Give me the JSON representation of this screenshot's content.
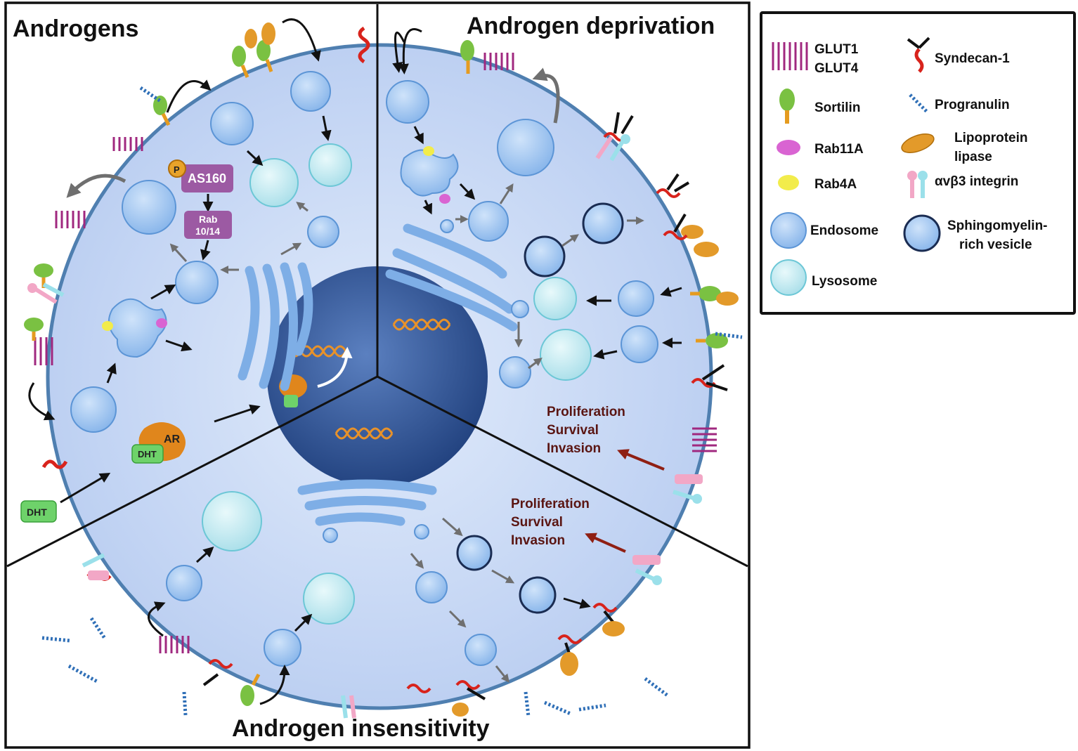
{
  "panels": {
    "top_left": "Androgens",
    "top_right": "Androgen deprivation",
    "bottom": "Androgen insensitivity"
  },
  "cell_labels": {
    "phospho": "P",
    "as160": "AS160",
    "rab_line1": "Rab",
    "rab_line2": "10/14",
    "ar": "AR",
    "dht_bound": "DHT",
    "dht_free": "DHT"
  },
  "outcomes": {
    "right": [
      "Proliferation",
      "Survival",
      "Invasion"
    ],
    "bottom": [
      "Proliferation",
      "Survival",
      "Invasion"
    ]
  },
  "legend": {
    "glut1": "GLUT1",
    "glut4": "GLUT4",
    "syndecan": "Syndecan-1",
    "sortilin": "Sortilin",
    "progranulin": "Progranulin",
    "rab11a": "Rab11A",
    "lpl_line1": "Lipoprotein",
    "lpl_line2": "lipase",
    "rab4a": "Rab4A",
    "integrin": "αvβ3 integrin",
    "endosome": "Endosome",
    "sm_line1": "Sphingomyelin-",
    "sm_line2": "rich vesicle",
    "lysosome": "Lysosome"
  },
  "colors": {
    "cell_fill": "#c9d9f5",
    "membrane": "#4f7fb0",
    "nucleus_center": "#4f74b4",
    "nucleus_edge": "#1d3d7a",
    "endosome": "#a9ccf3",
    "endosome_edge": "#5c95d6",
    "lysosome": "#c6ecf1",
    "sortilin": "#7ac142",
    "sortilin_stem": "#e59b1f",
    "glut": "#a0287f",
    "syndecan": "#d8231c",
    "progranulin": "#2f6fb7",
    "lpl": "#e39a2a",
    "rab11a": "#d964d2",
    "rab4a": "#f2ec4b",
    "integrin_pink": "#f2a7c6",
    "integrin_cyan": "#9be0ea",
    "as160": "#9c5aa3",
    "ar": "#e0861c",
    "dht": "#6ed26a",
    "outcome_arrow": "#8f1f13",
    "dna": "#e8922a"
  }
}
